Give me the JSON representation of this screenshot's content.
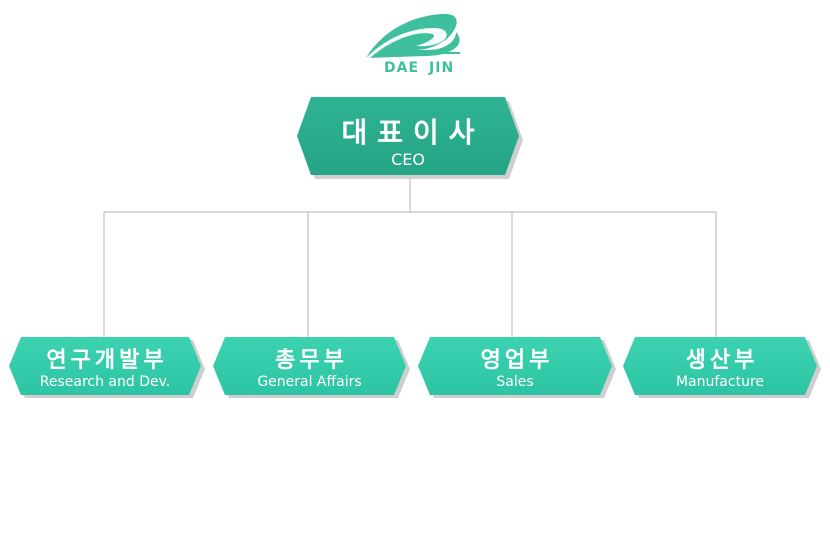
{
  "logo": {
    "word1": "DAE",
    "word2": "JIN",
    "color": "#3fbf9e"
  },
  "ceo": {
    "title_kr": "대표이사",
    "title_en": "CEO",
    "color": "#2aac8c"
  },
  "departments": [
    {
      "title_kr": "연구개발부",
      "title_en": "Research and Dev."
    },
    {
      "title_kr": "총무부",
      "title_en": "General Affairs"
    },
    {
      "title_kr": "영업부",
      "title_en": "Sales"
    },
    {
      "title_kr": "생산부",
      "title_en": "Manufacture"
    }
  ],
  "colors": {
    "dept_box": "#33cdac",
    "connector": "#b4b4b4"
  }
}
